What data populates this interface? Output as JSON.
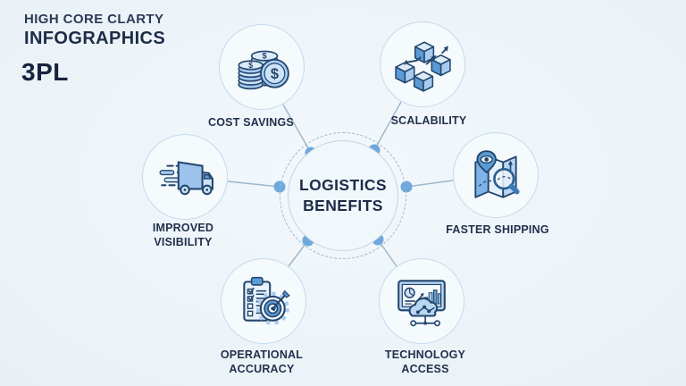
{
  "header": {
    "brand_top": "HIGH CORE CLARTY",
    "brand_bottom": "INFOGRAPHICS",
    "page_title": "3PL"
  },
  "hub": {
    "title_line1": "LOGISTICS",
    "title_line2": "BENEFITS"
  },
  "benefits": [
    {
      "label": "COST SAVINGS",
      "icon": "coins-icon"
    },
    {
      "label": "SCALABILITY",
      "icon": "boxes-flow-icon"
    },
    {
      "label": "IMPROVED VISIBILITY",
      "icon": "delivery-truck-icon"
    },
    {
      "label": "FASTER SHIPPING",
      "icon": "map-search-icon"
    },
    {
      "label": "OPERATIONAL ACCURACY",
      "icon": "checklist-target-icon"
    },
    {
      "label": "TECHNOLOGY ACCESS",
      "icon": "dashboard-cloud-icon"
    }
  ],
  "icons": {
    "currency_symbol": "$"
  },
  "colors": {
    "background": "#ecf3f8",
    "accent_blue": "#5b9bd5",
    "light_blue_fill": "#a8cbf0",
    "pale_blue_fill": "#cfe3f7",
    "node_dot_blue": "#6fa8dc",
    "ring_line": "#9db8cb",
    "outline_navy": "#24466e",
    "text_dark": "#1d2b47"
  }
}
